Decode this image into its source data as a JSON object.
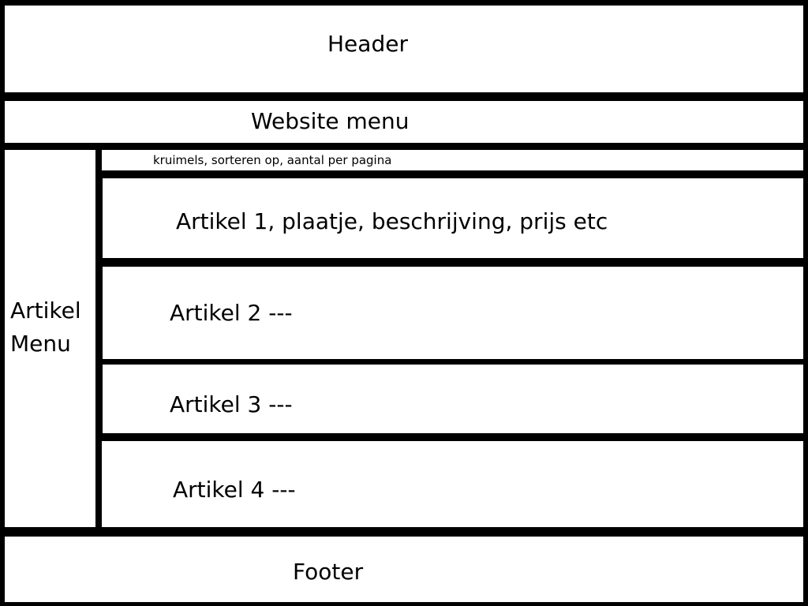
{
  "header": {
    "label": "Header"
  },
  "website_menu": {
    "label": "Website menu"
  },
  "artikel_menu": {
    "label": "Artikel Menu"
  },
  "breadcrumbs": {
    "label": "kruimels, sorteren op, aantal per pagina"
  },
  "articles": [
    {
      "label": "Artikel 1, plaatje, beschrijving, prijs etc"
    },
    {
      "label": "Artikel 2 ---"
    },
    {
      "label": "Artikel 3 ---"
    },
    {
      "label": "Artikel 4 ---"
    }
  ],
  "footer": {
    "label": "Footer"
  },
  "colors": {
    "border": "#000000",
    "fill": "#ffffff",
    "text": "#000000"
  }
}
